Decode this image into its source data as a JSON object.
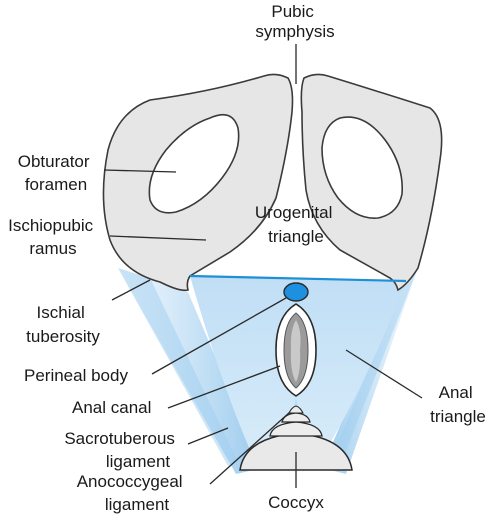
{
  "labels": {
    "pubic_symphysis": [
      "Pubic",
      "symphysis"
    ],
    "obturator_foramen": [
      "Obturator",
      "foramen"
    ],
    "ischiopubic_ramus": [
      "Ischiopubic",
      "ramus"
    ],
    "urogenital_triangle": [
      "Urogenital",
      "triangle"
    ],
    "ischial_tuberosity": [
      "Ischial",
      "tuberosity"
    ],
    "perineal_body": "Perineal body",
    "anal_canal": "Anal canal",
    "sacrotuberous_ligament": [
      "Sacrotuberous",
      "ligament"
    ],
    "anococcygeal_ligament": [
      "Anococcygeal",
      "ligament"
    ],
    "anal_triangle": [
      "Anal",
      "triangle"
    ],
    "coccyx": "Coccyx"
  },
  "colors": {
    "bone_fill": "#e6e6e6",
    "outline": "#3a3a3a",
    "anal_triangle_fill": "#c4e2f6",
    "urogenital_boundary": "#1f8fd6",
    "perineal_body_fill": "#1e90e0"
  }
}
